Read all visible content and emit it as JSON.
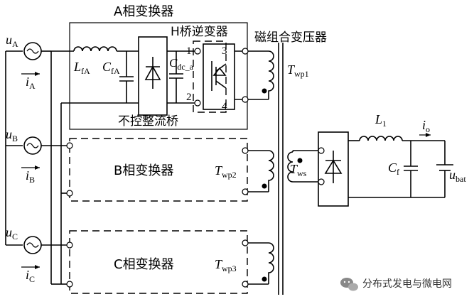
{
  "labels": {
    "a_phase_converter": "A相变换器",
    "h_bridge_inverter": "H桥逆变器",
    "magnetic_transformer": "磁组合变压器",
    "uncontrolled_rectifier": "不控整流桥",
    "b_phase_converter": "B相变换器",
    "c_phase_converter": "C相变换器",
    "node_1": "1",
    "node_2": "2",
    "node_3": "3",
    "node_4": "4"
  },
  "symbols": {
    "uA": {
      "main": "u",
      "sub": "A"
    },
    "iA": {
      "main": "i",
      "sub": "A"
    },
    "uB": {
      "main": "u",
      "sub": "B"
    },
    "iB": {
      "main": "i",
      "sub": "B"
    },
    "uC": {
      "main": "u",
      "sub": "C"
    },
    "iC": {
      "main": "i",
      "sub": "C"
    },
    "LfA": {
      "main": "L",
      "sub": "fA"
    },
    "CfA": {
      "main": "C",
      "sub": "fA"
    },
    "Cdc": {
      "main": "C",
      "sub": "dc_a"
    },
    "Twp1": {
      "main": "T",
      "sub": "wp1"
    },
    "Twp2": {
      "main": "T",
      "sub": "wp2"
    },
    "Twp3": {
      "main": "T",
      "sub": "wp3"
    },
    "Tws": {
      "main": "T",
      "sub": "ws"
    },
    "L1": {
      "main": "L",
      "sub": "1"
    },
    "io": {
      "main": "i",
      "sub": "o"
    },
    "Cf": {
      "main": "C",
      "sub": "f"
    },
    "ubat": {
      "main": "u",
      "sub": "bat"
    }
  },
  "watermark": {
    "text": "分布式发电与微电网",
    "icon": "wechat-icon"
  }
}
